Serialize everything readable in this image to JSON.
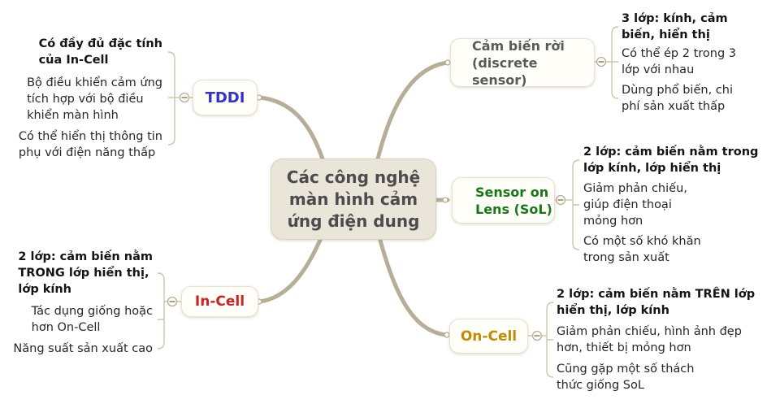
{
  "center": {
    "label": "Các công nghệ\nmàn hình cảm\nứng điện dung"
  },
  "colors": {
    "branch_curve": "#b7ae97",
    "bracket_line": "#cdc5ae",
    "center_fill": "#e9e5d8",
    "node_fill": "#fffef9",
    "item_text": "#26262d",
    "emphasis_text": "#141414",
    "tddi_label": "#3333cc",
    "discrete_label": "#5a5a5a",
    "sol_label": "#157a15",
    "oncell_label": "#c68a00",
    "incell_label": "#cc2222"
  },
  "collapse_glyph": "-",
  "branches": [
    {
      "key": "tddi",
      "label": "TDDI",
      "color": "#3333cc",
      "items": [
        {
          "text": "Có đầy đủ đặc tính\ncủa In-Cell",
          "emphasis": true
        },
        {
          "text": "Bộ điều khiển cảm ứng\ntích hợp với bộ điều\nkhiển màn hình",
          "emphasis": false
        },
        {
          "text": "Có thể hiển thị thông tin\nphụ với điện năng thấp",
          "emphasis": false
        }
      ]
    },
    {
      "key": "discrete-sensor",
      "label": "Cảm biến rời\n(discrete sensor)",
      "color": "#5a5a5a",
      "items": [
        {
          "text": "3 lớp: kính, cảm\nbiến, hiển thị",
          "emphasis": true
        },
        {
          "text": "Có thể ép 2 trong 3\nlớp với nhau",
          "emphasis": false
        },
        {
          "text": "Dùng phổ biến, chi\nphí sản xuất thấp",
          "emphasis": false
        }
      ]
    },
    {
      "key": "sensor-on-lens",
      "label": "Sensor on\nLens (SoL)",
      "color": "#157a15",
      "items": [
        {
          "text": "2 lớp: cảm biến nằm trong\nlớp kính, lớp hiển thị",
          "emphasis": true
        },
        {
          "text": "Giảm phản chiếu,\ngiúp điện thoại\nmỏng hơn",
          "emphasis": false
        },
        {
          "text": "Có một số khó khăn\ntrong sản xuất",
          "emphasis": false
        }
      ]
    },
    {
      "key": "on-cell",
      "label": "On-Cell",
      "color": "#c68a00",
      "items": [
        {
          "text": "2 lớp: cảm biến nằm TRÊN lớp\nhiển thị, lớp kính",
          "emphasis": true
        },
        {
          "text": "Giảm phản chiếu, hình ảnh đẹp\nhơn, thiết bị mỏng hơn",
          "emphasis": false
        },
        {
          "text": "Cũng gặp một số thách\nthức giống SoL",
          "emphasis": false
        }
      ]
    },
    {
      "key": "in-cell",
      "label": "In-Cell",
      "color": "#cc2222",
      "items": [
        {
          "text": "2 lớp: cảm biến nằm\nTRONG lớp hiển thị,\nlớp kính",
          "emphasis": true
        },
        {
          "text": "Tác dụng giống hoặc\nhơn On-Cell",
          "emphasis": false
        },
        {
          "text": "Năng suất sản xuất cao",
          "emphasis": false
        }
      ]
    }
  ]
}
